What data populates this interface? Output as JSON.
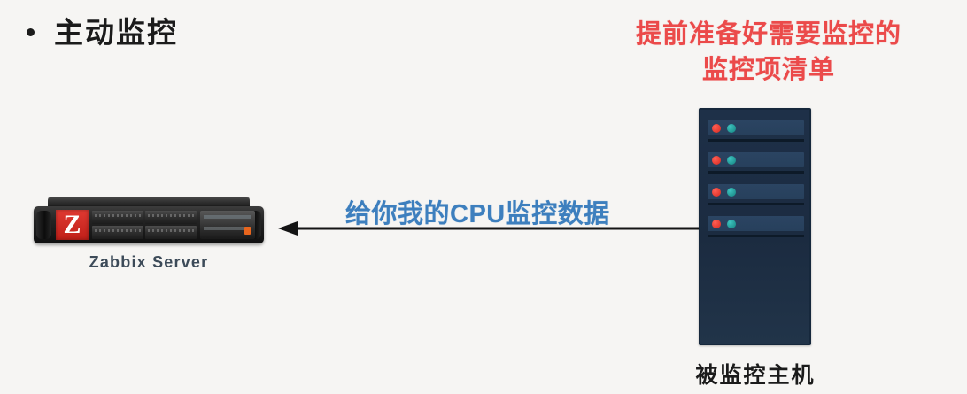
{
  "slide": {
    "background_color": "#f6f5f3",
    "title": {
      "bullet": "•",
      "text": "主动监控"
    }
  },
  "annotations": {
    "red_note": {
      "color": "#eb4a4a",
      "line1": "提前准备好需要监控的",
      "line2": "监控项清单"
    },
    "flow_label": {
      "color": "#3d7fbe",
      "text": "给你我的CPU监控数据"
    }
  },
  "arrow": {
    "direction": "left",
    "color": "#141414",
    "from": "被监控主机",
    "to": "Zabbix Server"
  },
  "zabbix_server": {
    "logo_letter": "Z",
    "logo_color": "#d42a22",
    "caption": "Zabbix Server",
    "caption_color": "#3c4a58",
    "bays": [
      "bay-1",
      "bay-2",
      "bay-3",
      "bay-4"
    ]
  },
  "monitored_host": {
    "caption": "被监控主机",
    "body_color": "#1e3048",
    "led_red_color": "#e0302e",
    "led_teal_color": "#1e9090",
    "bays": [
      {
        "id": "bay-1",
        "led_red": "on",
        "led_teal": "on"
      },
      {
        "id": "bay-2",
        "led_red": "on",
        "led_teal": "on"
      },
      {
        "id": "bay-3",
        "led_red": "on",
        "led_teal": "on"
      },
      {
        "id": "bay-4",
        "led_red": "on",
        "led_teal": "on"
      }
    ]
  }
}
